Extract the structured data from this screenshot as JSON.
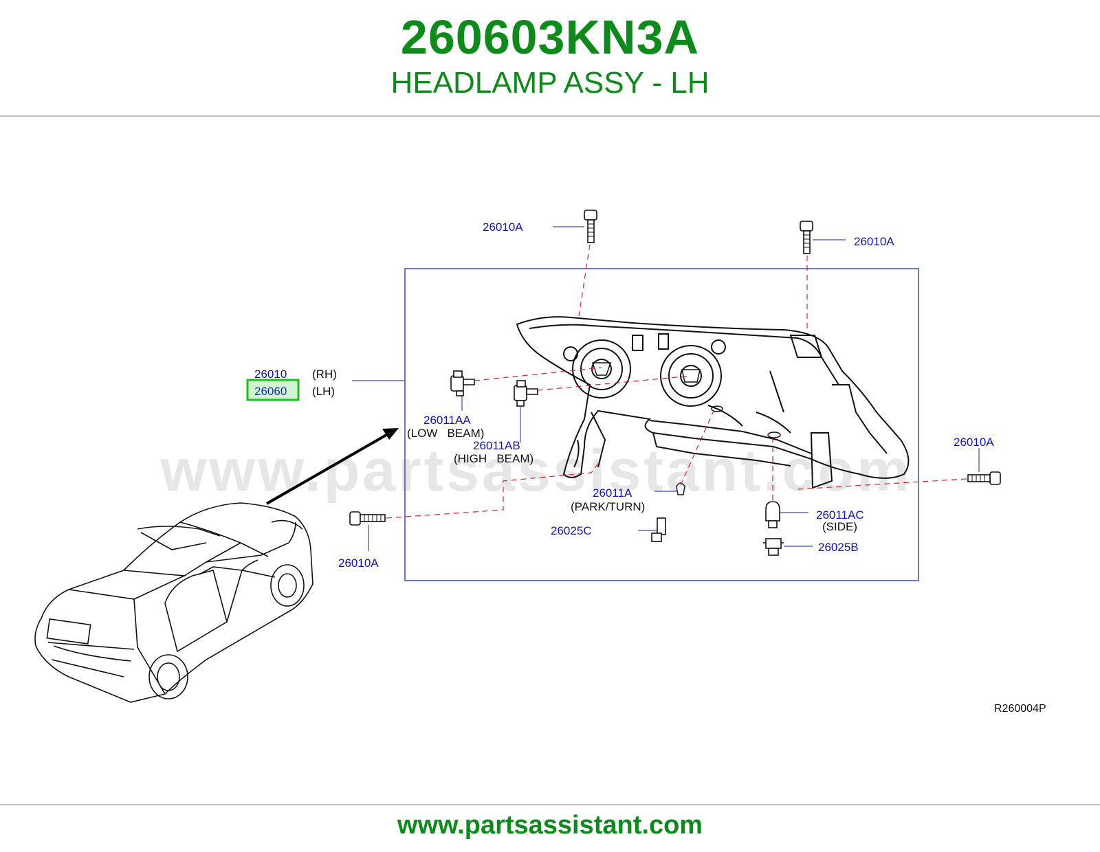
{
  "header": {
    "part_number": "260603KN3A",
    "description": "HEADLAMP ASSY - LH"
  },
  "watermark": "www.partsassistant.com",
  "diagram": {
    "ref_code": "R260004P",
    "callouts": {
      "assy_rh_num": "26010",
      "assy_rh_side": "(RH)",
      "assy_lh_num": "26060",
      "assy_lh_side": "(LH)",
      "bolt_top_left": "26010A",
      "bolt_top_right": "26010A",
      "bolt_right": "26010A",
      "bolt_bottom_left": "26010A",
      "low_beam_num": "26011AA",
      "low_beam_label": "(LOW   BEAM)",
      "high_beam_num": "26011AB",
      "high_beam_label": "(HIGH   BEAM)",
      "park_turn_num": "26011A",
      "park_turn_label": "(PARK/TURN)",
      "socket_c": "26025C",
      "side_num": "26011AC",
      "side_label": "(SIDE)",
      "socket_b": "26025B"
    },
    "colors": {
      "callout_blue": "#1010c8",
      "highlight_green": "#16c316",
      "leader_red": "#e02020",
      "brand_green": "#0c8a1a"
    }
  },
  "footer": {
    "url": "www.partsassistant.com"
  }
}
